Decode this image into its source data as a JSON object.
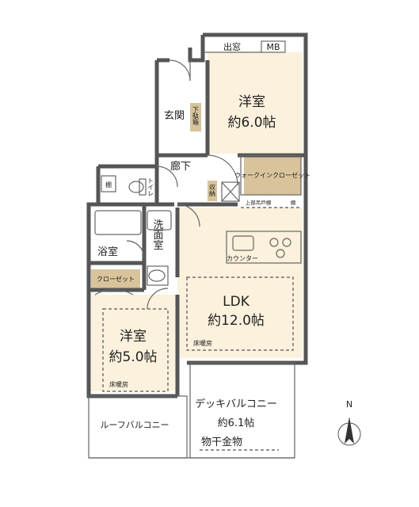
{
  "rooms": {
    "western_room_1": {
      "name": "洋室",
      "size": "約6.0帖"
    },
    "western_room_2": {
      "name": "洋室",
      "size": "約5.0帖"
    },
    "ldk": {
      "name": "LDK",
      "size": "約12.0帖",
      "floor_heating": "床暖房"
    },
    "entrance": "玄関",
    "shoe_box": "下駄箱",
    "hallway": "廊下",
    "bathroom": "浴室",
    "washroom": "洗面室",
    "toilet": "トイレ",
    "closet": "クローゼット",
    "walk_in_closet": "ウォークインクローゼット",
    "storage": "収納",
    "shelf": "棚",
    "counter": "カウンター",
    "upper_cabinet": "上部吊戸棚",
    "shelf_small": "棚",
    "floor_heating_room2": "床暖房"
  },
  "top": {
    "window": "出窓",
    "mb": "MB"
  },
  "balconies": {
    "deck": {
      "name": "デッキバルコニー",
      "size": "約6.1帖",
      "fixture": "物干金物"
    },
    "roof": "ルーフバルコニー"
  },
  "compass": {
    "label": "N"
  },
  "colors": {
    "wall": "#555555",
    "room_fill": "#fbf1dc",
    "closet_fill": "#d8c39b",
    "wet_area": "#ffffff"
  }
}
